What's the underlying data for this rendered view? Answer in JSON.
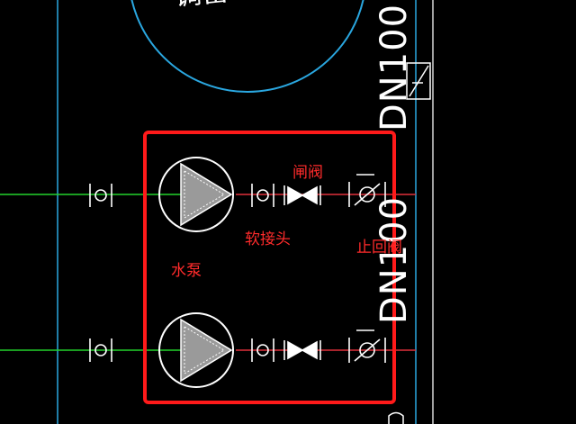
{
  "colors": {
    "background": "#000000",
    "cyan_line": "#2aa7e0",
    "green_pipe": "#23d22c",
    "red_pipe": "#e0303a",
    "white_symbol": "#ffffff",
    "annotation_red": "#ff2b2b",
    "highlight_box": "#ff1a1a"
  },
  "labels": {
    "tank_text": "调蓄",
    "dn_top": "DN100",
    "dn_mid": "DN100",
    "gate_valve": "闸阀",
    "flex_joint": "软接头",
    "check_valve": "止回阀",
    "pump": "水泵"
  }
}
